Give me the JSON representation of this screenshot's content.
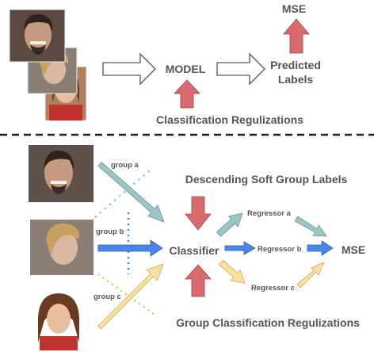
{
  "top": {
    "mse": "MSE",
    "model": "MODEL",
    "predicted_line1": "Predicted",
    "predicted_line2": "Labels",
    "classification_reg": "Classification Regulizations"
  },
  "bottom": {
    "group_a": "group a",
    "group_b": "group b",
    "group_c": "group c",
    "descending": "Descending Soft Group Labels",
    "classifier": "Classifier",
    "regressor_a": "Regressor a",
    "regressor_b": "Regressor b",
    "regressor_c": "Regressor c",
    "mse": "MSE",
    "group_reg": "Group Classification Regulizations"
  },
  "colors": {
    "red_arrow": "#d96b6e",
    "teal_arrow": "#9cc5c8",
    "blue_arrow": "#4a86e8",
    "yellow_arrow": "#fbe0a0",
    "text": "#555555",
    "dot_teal": "#77c6c6",
    "dot_blue": "#3d85c6",
    "dot_orange": "#f1c232"
  }
}
